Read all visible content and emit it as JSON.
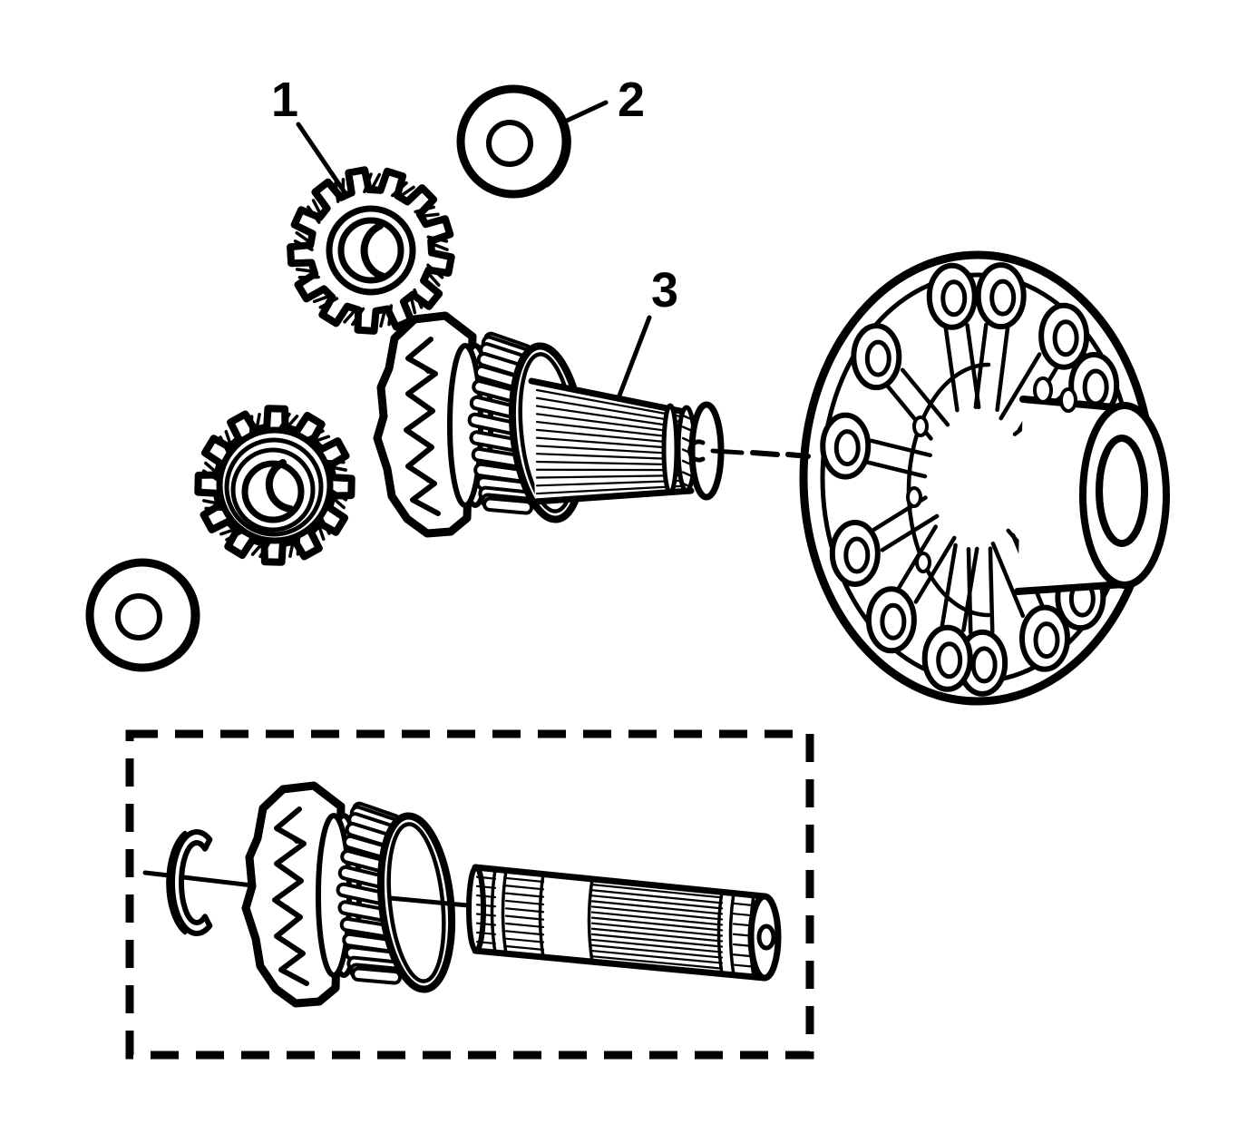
{
  "figure": {
    "background_color": "#ffffff",
    "line_color": "#000000",
    "callouts": [
      {
        "label": "1"
      },
      {
        "label": "2"
      },
      {
        "label": "3"
      }
    ]
  }
}
